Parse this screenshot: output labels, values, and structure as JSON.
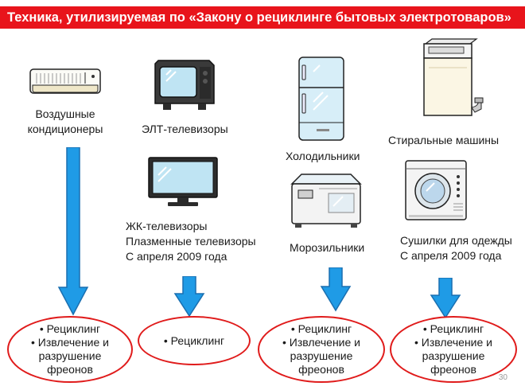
{
  "title": "Техника, утилизируемая по «Закону о рециклинге бытовых электротоваров»",
  "labels": {
    "aircon_line1": "Воздушные",
    "aircon_line2": "кондиционеры",
    "crt_tv": "ЭЛТ-телевизоры",
    "lcd_line1": "ЖК-телевизоры",
    "lcd_line2": "Плазменные телевизоры",
    "lcd_line3": "С апреля 2009 года",
    "fridge": "Холодильники",
    "freezer": "Морозильники",
    "washer": "Стиральные машины",
    "dryer_line1": "Сушилки для одежды",
    "dryer_line2": "С апреля 2009 года"
  },
  "results": {
    "aircon": [
      "• Рециклинг",
      "• Извлечение и",
      "разрушение",
      "фреонов"
    ],
    "tv": [
      "• Рециклинг"
    ],
    "fridge": [
      "• Рециклинг",
      "• Извлечение и",
      "разрушение",
      "фреонов"
    ],
    "washer": [
      "• Рециклинг",
      "• Извлечение и",
      "разрушение",
      "фреонов"
    ]
  },
  "page_number": "30",
  "icons": {
    "aircon": "air-conditioner-icon",
    "crt": "crt-tv-icon",
    "lcd": "lcd-tv-icon",
    "fridge": "refrigerator-icon",
    "freezer": "chest-freezer-icon",
    "washer": "washing-machine-icon",
    "dryer": "clothes-dryer-icon"
  },
  "colors": {
    "title_bg": "#e8141b",
    "arrow": "#1f9be6",
    "oval_border": "#e01b1b"
  }
}
